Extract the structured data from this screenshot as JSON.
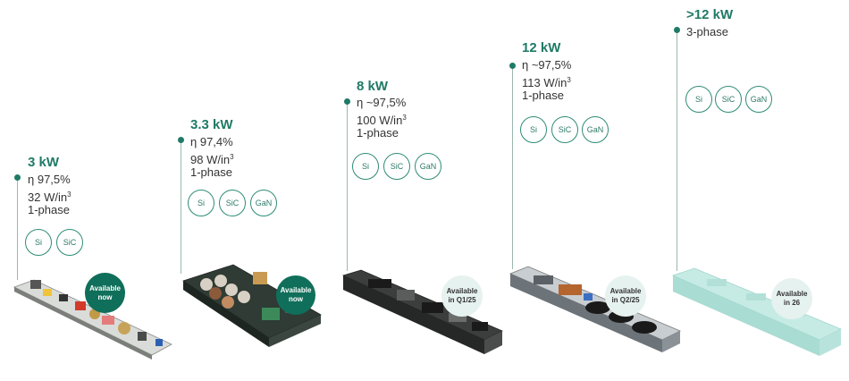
{
  "products": [
    {
      "power": "3 kW",
      "specs": [
        "η 97,5%",
        "32 W/in³",
        "1-phase"
      ],
      "chips": [
        "Si",
        "SiC"
      ],
      "availability": [
        "Available",
        "now"
      ]
    },
    {
      "power": "3.3 kW",
      "specs": [
        "η 97,4%",
        "98 W/in³",
        "1-phase"
      ],
      "chips": [
        "Si",
        "SiC",
        "GaN"
      ],
      "availability": [
        "Available",
        "now"
      ]
    },
    {
      "power": "8 kW",
      "specs": [
        "η ~97,5%",
        "100 W/in³",
        "1-phase"
      ],
      "chips": [
        "Si",
        "SiC",
        "GaN"
      ],
      "availability": [
        "Available",
        "in Q1/25"
      ]
    },
    {
      "power": "12 kW",
      "specs": [
        "η ~97,5%",
        "113 W/in³",
        "1-phase"
      ],
      "chips": [
        "Si",
        "SiC",
        "GaN"
      ],
      "availability": [
        "Available",
        "in Q2/25"
      ]
    },
    {
      "power": ">12 kW",
      "specs": [
        "3-phase"
      ],
      "chips": [
        "Si",
        "SiC",
        "GaN"
      ],
      "availability": [
        "Available",
        "in 26"
      ]
    }
  ],
  "colors": {
    "accent": "#1f7a66",
    "badge_now": "#106f5a",
    "badge_future": "#e6f2ef"
  }
}
